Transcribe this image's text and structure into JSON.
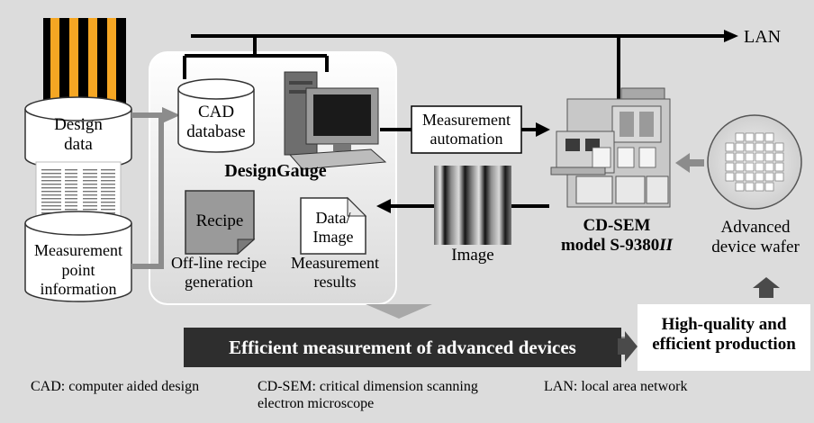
{
  "network": {
    "lan_label": "LAN"
  },
  "design_data": {
    "line1": "Design",
    "line2": "data"
  },
  "measurement_point": {
    "line1": "Measurement",
    "line2": "point",
    "line3": "information"
  },
  "cad_database": {
    "line1": "CAD",
    "line2": "database"
  },
  "design_gauge": {
    "title": "DesignGauge"
  },
  "recipe": {
    "doc_label": "Recipe",
    "caption1": "Off-line recipe",
    "caption2": "generation"
  },
  "results": {
    "doc_line1": "Data/",
    "doc_line2": "Image",
    "caption1": "Measurement",
    "caption2": "results"
  },
  "automation": {
    "line1": "Measurement",
    "line2": "automation"
  },
  "image_label": "Image",
  "cdsem": {
    "line1": "CD-SEM",
    "line2": "model S-9380",
    "suffix": "II"
  },
  "wafer": {
    "line1": "Advanced",
    "line2": "device wafer"
  },
  "banner": {
    "text": "Efficient measurement of advanced devices"
  },
  "production": {
    "line1": "High-quality and",
    "line2": "efficient production"
  },
  "footnotes": {
    "cad": "CAD: computer aided design",
    "cdsem_1": "CD-SEM: critical dimension scanning",
    "cdsem_2": "electron microscope",
    "lan": "LAN: local area network"
  },
  "colors": {
    "background": "#dcdcdc",
    "panel": "#f2f2f2",
    "dark_banner": "#2e2e2e",
    "arrow_gray": "#8c8c8c",
    "pattern_orange": "#f5a623"
  }
}
